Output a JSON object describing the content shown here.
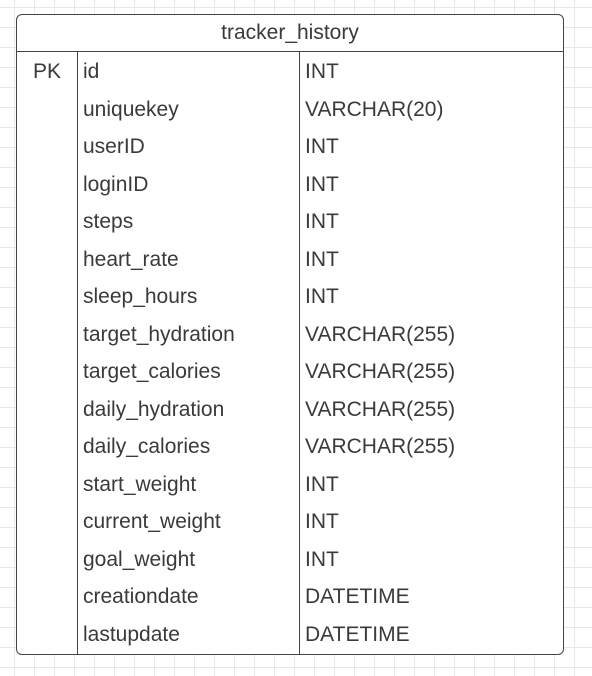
{
  "table": {
    "title": "tracker_history",
    "rows": [
      {
        "key": "PK",
        "name": "id",
        "type": "INT"
      },
      {
        "key": "",
        "name": "uniquekey",
        "type": "VARCHAR(20)"
      },
      {
        "key": "",
        "name": "userID",
        "type": "INT"
      },
      {
        "key": "",
        "name": "loginID",
        "type": "INT"
      },
      {
        "key": "",
        "name": "steps",
        "type": "INT"
      },
      {
        "key": "",
        "name": "heart_rate",
        "type": "INT"
      },
      {
        "key": "",
        "name": "sleep_hours",
        "type": "INT"
      },
      {
        "key": "",
        "name": "target_hydration",
        "type": "VARCHAR(255)"
      },
      {
        "key": "",
        "name": "target_calories",
        "type": "VARCHAR(255)"
      },
      {
        "key": "",
        "name": "daily_hydration",
        "type": "VARCHAR(255)"
      },
      {
        "key": "",
        "name": "daily_calories",
        "type": "VARCHAR(255)"
      },
      {
        "key": "",
        "name": "start_weight",
        "type": "INT"
      },
      {
        "key": "",
        "name": "current_weight",
        "type": "INT"
      },
      {
        "key": "",
        "name": "goal_weight",
        "type": "INT"
      },
      {
        "key": "",
        "name": "creationdate",
        "type": "DATETIME"
      },
      {
        "key": "",
        "name": "lastupdate",
        "type": "DATETIME"
      }
    ]
  },
  "colors": {
    "border": "#444444",
    "text": "#3a3a3a",
    "grid": "#e8e8e8",
    "background": "#ffffff"
  }
}
